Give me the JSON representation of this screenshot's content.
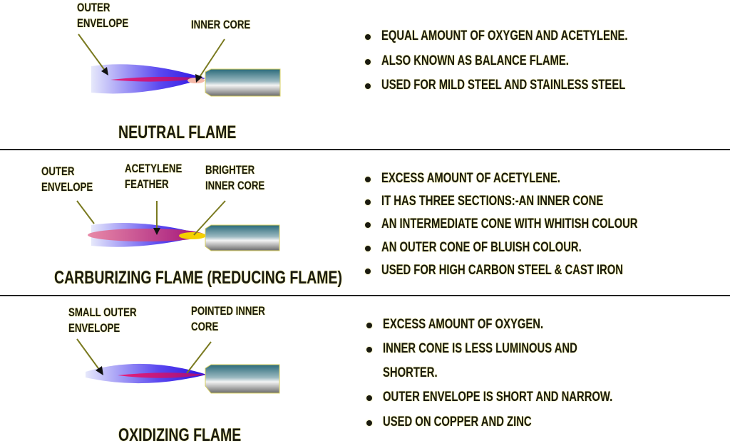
{
  "sections": [
    {
      "title": "Neutral Flame",
      "labels": [
        "Outer\nEnvelope",
        "Inner Core"
      ],
      "bullets": [
        "Equal amount of oxygen and acetylene.",
        "Also known as balance flame.",
        "Used for mild steel and stainless steel"
      ]
    },
    {
      "title": "Carburizing Flame (Reducing Flame)",
      "labels": [
        "Outer\nEnvelope",
        "Acetylene\nFeather",
        "Brighter\nInner Core"
      ],
      "bullets": [
        "Excess amount of acetylene.",
        "It has three sections:-an inner cone",
        "An intermediate cone with whitish colour",
        "An outer cone of bluish colour.",
        "Used for high carbon steel & cast iron"
      ]
    },
    {
      "title": "Oxidizing Flame",
      "labels": [
        "Small outer\nenvelope",
        "Pointed inner\ncore"
      ],
      "bullets": [
        "Excess amount of oxygen.",
        "Inner cone is less luminous and",
        "shorter.",
        "Outer envelope is short and narrow.",
        "Used on copper and zinc"
      ]
    }
  ],
  "colors": {
    "outer_envelope": "#3a2cf0",
    "inner_cone": "#e0186e",
    "bright_core": "#f5d000",
    "torch": "#4a8a9a",
    "text_outline": "#f5f08a"
  }
}
